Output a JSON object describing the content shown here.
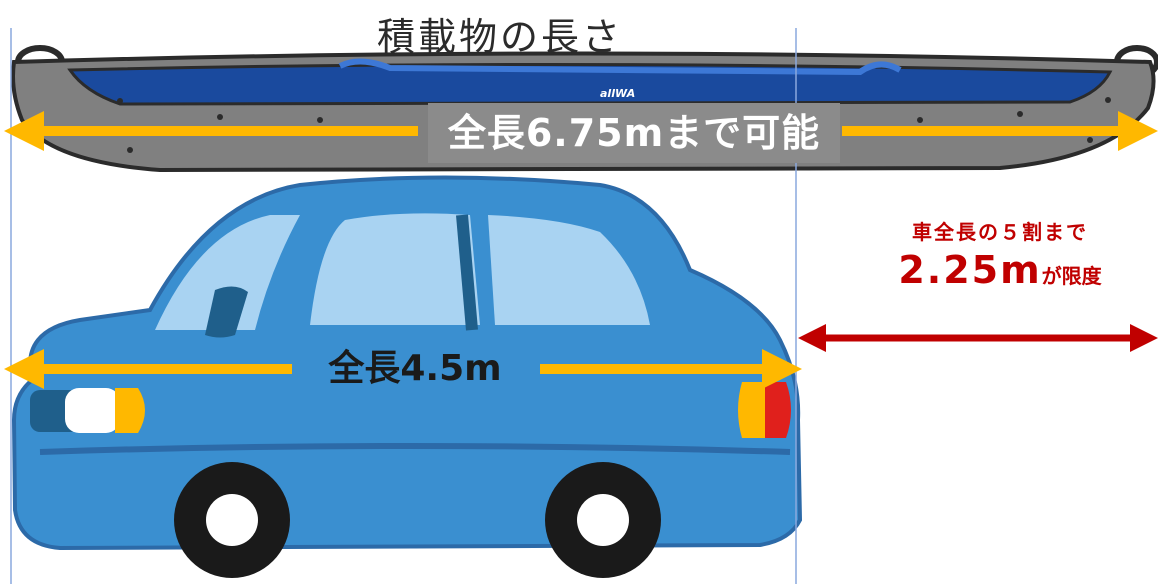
{
  "diagram": {
    "title": "積載物の長さ",
    "kayak_label": "全長6.75mまで可能",
    "car_label": "全長4.5m",
    "limit_line1": "車全長の５割まで",
    "limit_value": "2.25m",
    "limit_suffix": "が限度",
    "brand_mark": "allWA"
  },
  "colors": {
    "kayak_hull": "#808080",
    "kayak_deck": "#1a4a9e",
    "car_body": "#3a8fd0",
    "window": "#a9d3f2",
    "arrow_yellow": "#ffb800",
    "arrow_red": "#c00000",
    "guide_line": "#8aa8dd"
  }
}
